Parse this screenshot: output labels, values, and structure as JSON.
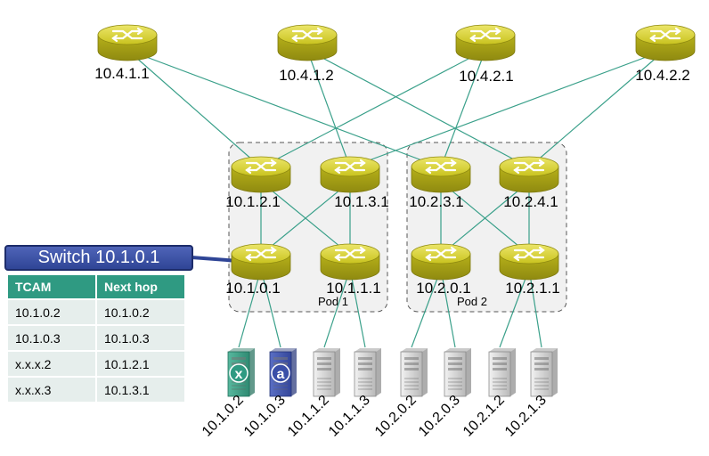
{
  "diagram": {
    "core_switches": [
      {
        "id": "c1",
        "label": "10.4.1.1"
      },
      {
        "id": "c2",
        "label": "10.4.1.2"
      },
      {
        "id": "c3",
        "label": "10.4.2.1"
      },
      {
        "id": "c4",
        "label": "10.4.2.2"
      }
    ],
    "agg_switches": [
      {
        "id": "a1",
        "label": "10.1.2.1"
      },
      {
        "id": "a2",
        "label": "10.1.3.1"
      },
      {
        "id": "a3",
        "label": "10.2.3.1"
      },
      {
        "id": "a4",
        "label": "10.2.4.1"
      }
    ],
    "edge_switches": [
      {
        "id": "e1",
        "label": "10.1.0.1"
      },
      {
        "id": "e2",
        "label": "10.1.1.1"
      },
      {
        "id": "e3",
        "label": "10.2.0.1"
      },
      {
        "id": "e4",
        "label": "10.2.1.1"
      }
    ],
    "pods": [
      {
        "id": "p1",
        "label": "Pod 1"
      },
      {
        "id": "p2",
        "label": "Pod 2"
      }
    ],
    "hosts": [
      {
        "id": "h1",
        "label": "10.1.0.2",
        "style": "teal",
        "badge": "x"
      },
      {
        "id": "h2",
        "label": "10.1.0.3",
        "style": "blue",
        "badge": "a"
      },
      {
        "id": "h3",
        "label": "10.1.1.2",
        "style": "gray",
        "badge": ""
      },
      {
        "id": "h4",
        "label": "10.1.1.3",
        "style": "gray",
        "badge": ""
      },
      {
        "id": "h5",
        "label": "10.2.0.2",
        "style": "gray",
        "badge": ""
      },
      {
        "id": "h6",
        "label": "10.2.0.3",
        "style": "gray",
        "badge": ""
      },
      {
        "id": "h7",
        "label": "10.2.1.2",
        "style": "gray",
        "badge": ""
      },
      {
        "id": "h8",
        "label": "10.2.1.3",
        "style": "gray",
        "badge": ""
      }
    ],
    "links": [
      [
        "c1",
        "a1"
      ],
      [
        "c1",
        "a3"
      ],
      [
        "c2",
        "a2"
      ],
      [
        "c2",
        "a4"
      ],
      [
        "c3",
        "a1"
      ],
      [
        "c3",
        "a3"
      ],
      [
        "c4",
        "a2"
      ],
      [
        "c4",
        "a4"
      ],
      [
        "a1",
        "e1"
      ],
      [
        "a1",
        "e2"
      ],
      [
        "a2",
        "e1"
      ],
      [
        "a2",
        "e2"
      ],
      [
        "a3",
        "e3"
      ],
      [
        "a3",
        "e4"
      ],
      [
        "a4",
        "e3"
      ],
      [
        "a4",
        "e4"
      ],
      [
        "e1",
        "h1"
      ],
      [
        "e1",
        "h2"
      ],
      [
        "e2",
        "h3"
      ],
      [
        "e2",
        "h4"
      ],
      [
        "e3",
        "h5"
      ],
      [
        "e3",
        "h6"
      ],
      [
        "e4",
        "h7"
      ],
      [
        "e4",
        "h8"
      ]
    ],
    "colors": {
      "switch_body": "#c9c31e",
      "link": "#3aa08a",
      "pod_fill": "#f1f1f1",
      "pod_border": "#555555",
      "callout_line": "#2f4596"
    }
  },
  "callout": {
    "title": "Switch 10.1.0.1",
    "target": "e1"
  },
  "table": {
    "headers": [
      "TCAM",
      "Next hop"
    ],
    "rows": [
      [
        "10.1.0.2",
        "10.1.0.2"
      ],
      [
        "10.1.0.3",
        "10.1.0.3"
      ],
      [
        "x.x.x.2",
        "10.1.2.1"
      ],
      [
        "x.x.x.3",
        "10.1.3.1"
      ]
    ]
  }
}
